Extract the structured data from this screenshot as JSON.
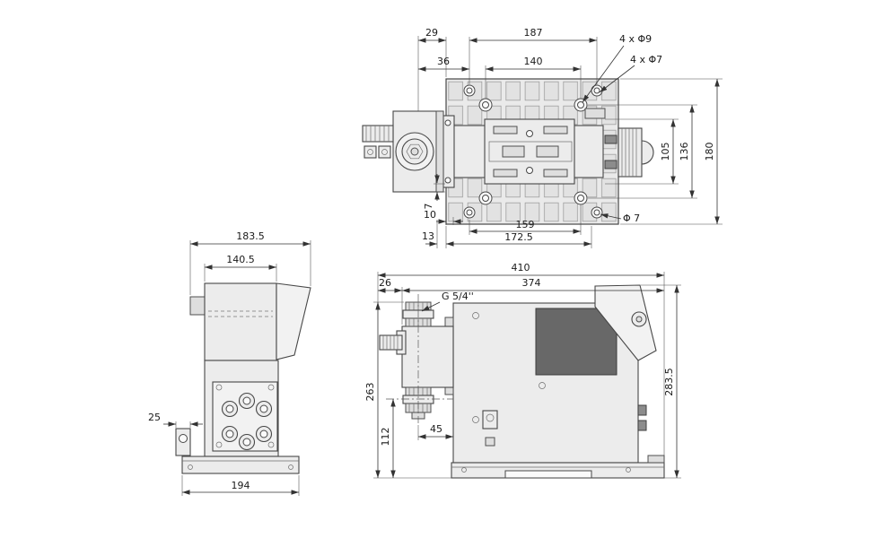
{
  "drawing": {
    "title": "Dosing pump dimensional drawing",
    "views": {
      "top": {
        "dims": {
          "d29": "29",
          "d187": "187",
          "d36": "36",
          "d140": "140",
          "holes_phi9": "4 x Φ9",
          "holes_phi7": "4 x Φ7",
          "d105": "105",
          "d136": "136",
          "d180": "180",
          "d7": "7",
          "d10": "10",
          "d159": "159",
          "d172_5": "172.5",
          "d13": "13",
          "phi7": "Φ 7"
        }
      },
      "front": {
        "dims": {
          "d183_5": "183.5",
          "d140_5": "140.5",
          "d25": "25",
          "d194": "194"
        }
      },
      "side": {
        "dims": {
          "d410": "410",
          "d374": "374",
          "d26": "26",
          "thread": "G 5/4''",
          "d263": "263",
          "d112": "112",
          "d45": "45",
          "d283_5": "283.5"
        }
      }
    }
  }
}
